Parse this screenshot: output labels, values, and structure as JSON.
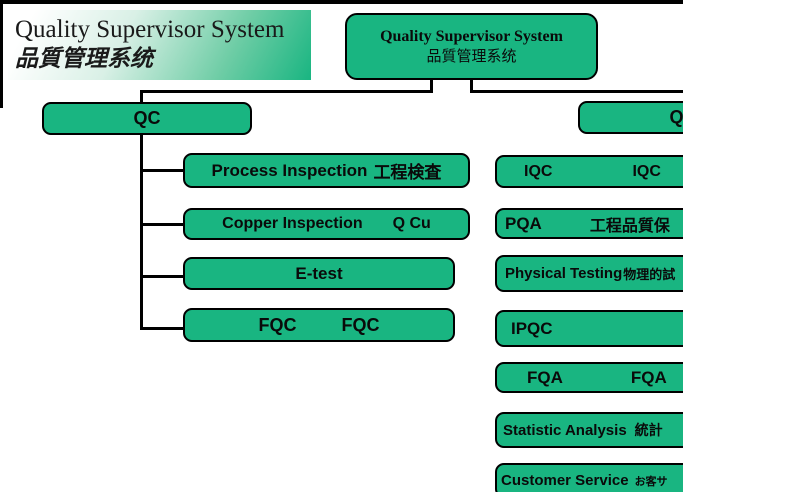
{
  "banner": {
    "title_en": "Quality Supervisor System",
    "title_cjk": "品質管理系统"
  },
  "root": {
    "title_en": "Quality Supervisor System",
    "title_cjk": "品質管理系统"
  },
  "left_branch": {
    "parent_label": "QC",
    "children": [
      {
        "label_en": "Process Inspection",
        "label_2": "工程検査"
      },
      {
        "label_en": "Copper Inspection",
        "label_2": "Q Cu"
      },
      {
        "label_en": "E-test",
        "label_2": ""
      },
      {
        "label_en": "FQC",
        "label_2": "FQC"
      }
    ]
  },
  "right_branch": {
    "parent_label": "QA",
    "children": [
      {
        "label_en": "IQC",
        "label_2": "IQC"
      },
      {
        "label_en": "PQA",
        "label_2": "工程品質保"
      },
      {
        "label_en": "Physical Testing",
        "label_2": "物理的試"
      },
      {
        "label_en": "IPQC",
        "label_2": ""
      },
      {
        "label_en": "FQA",
        "label_2": "FQA"
      },
      {
        "label_en": "Statistic Analysis",
        "label_2": "統計"
      },
      {
        "label_en": "Customer Service",
        "label_2": "お客サ"
      }
    ]
  },
  "colors": {
    "box_green": "#19b581",
    "connector_black": "#000000",
    "background": "#ffffff"
  }
}
